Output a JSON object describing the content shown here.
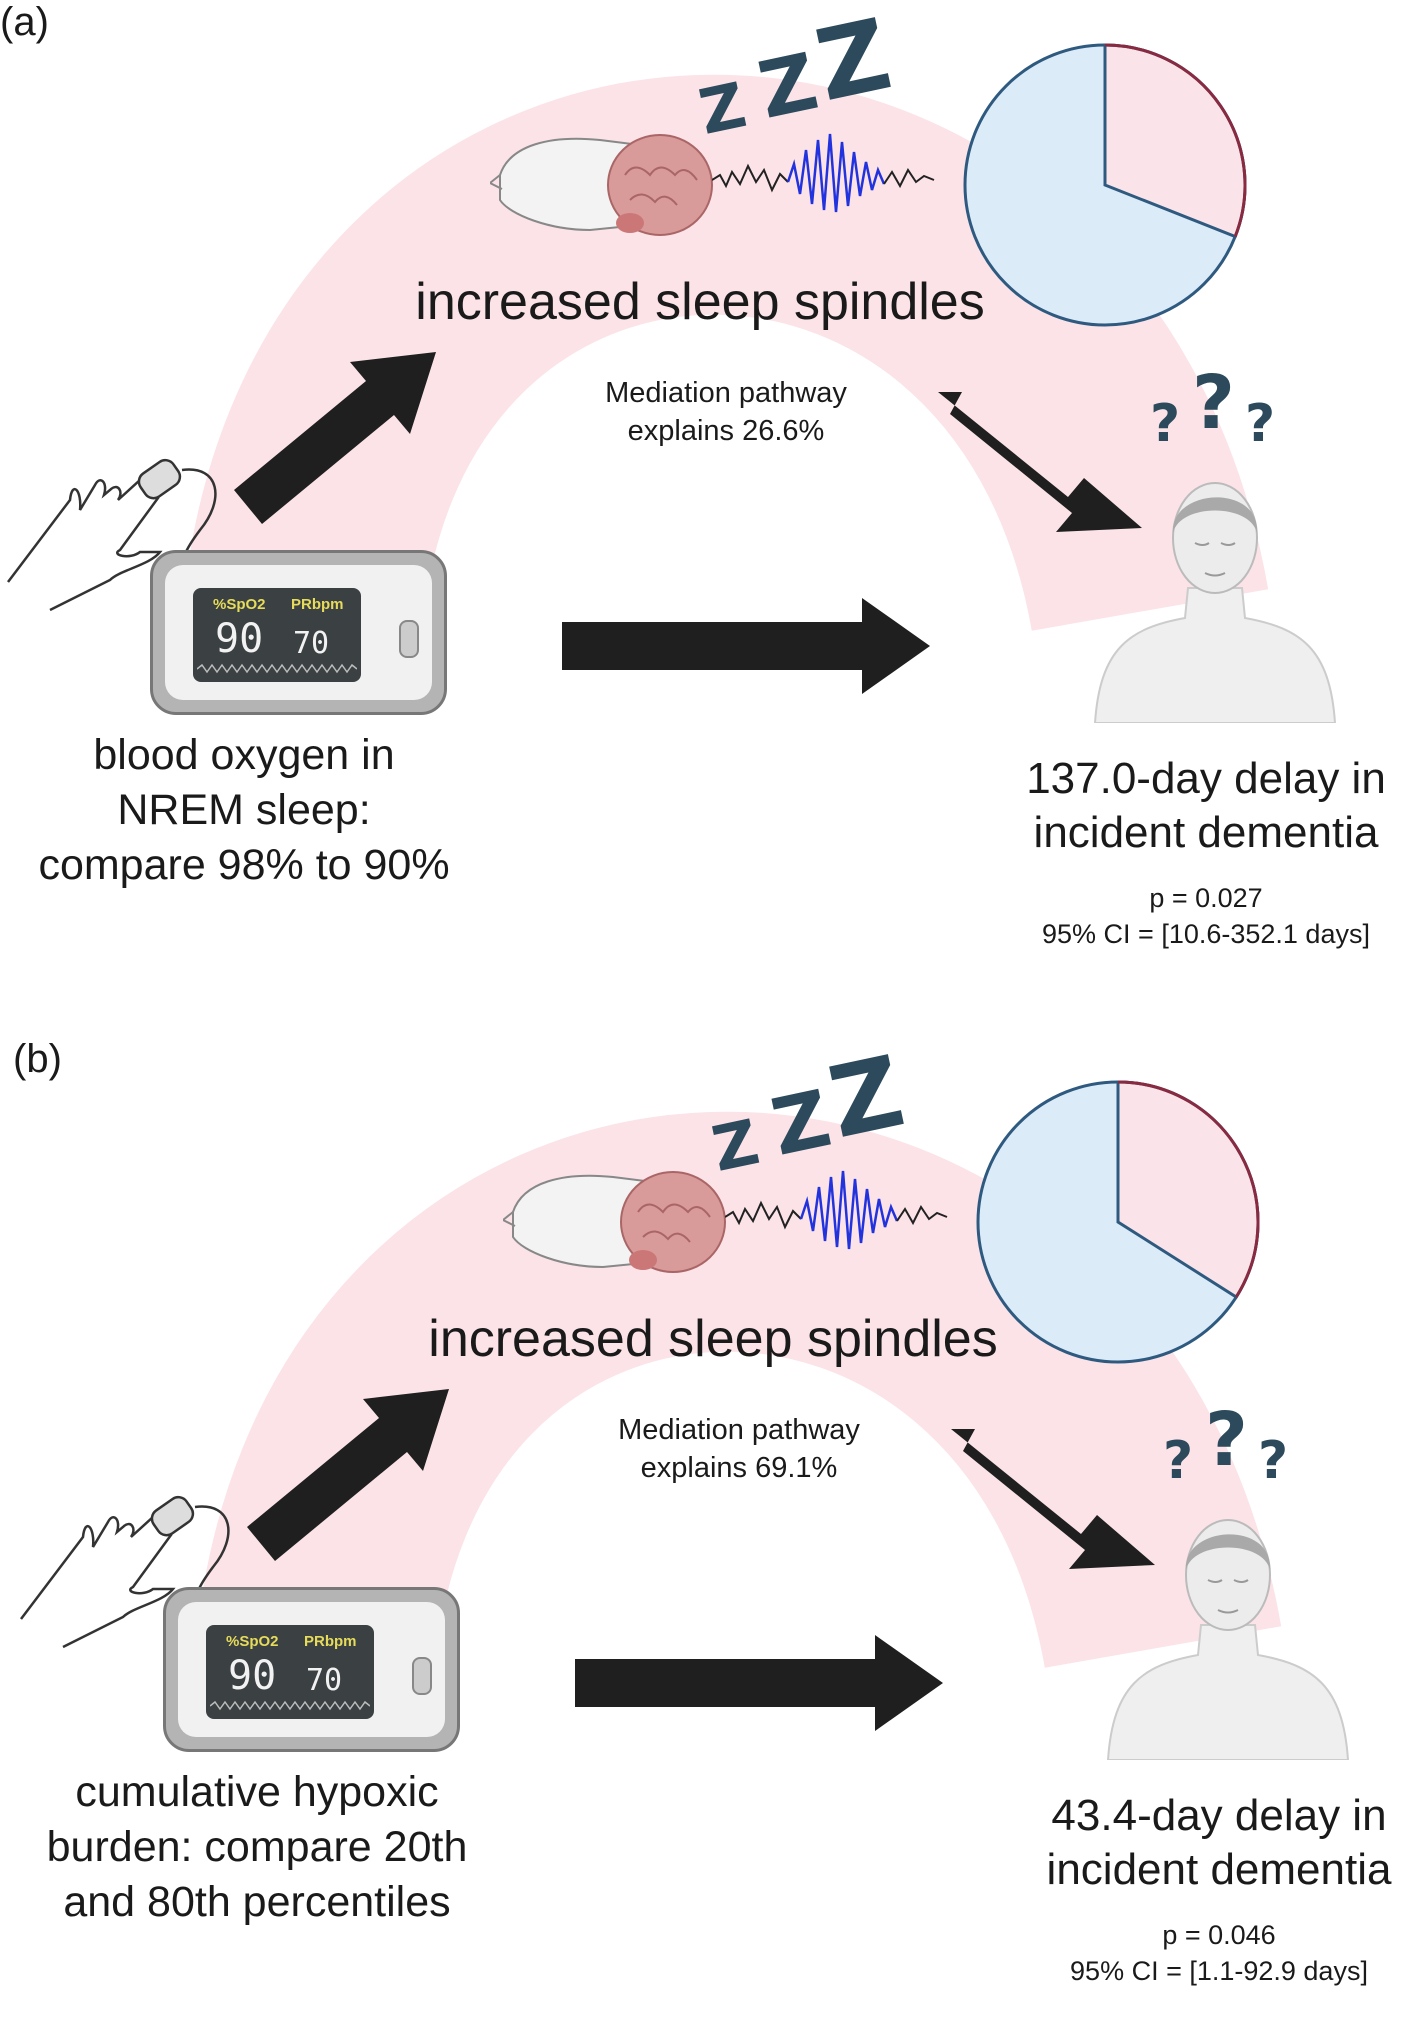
{
  "panels": [
    {
      "label": "(a)",
      "mediator": "increased sleep spindles",
      "mediation_line1": "Mediation pathway",
      "mediation_line2": "explains 26.6%",
      "mediation_percent": 26.6,
      "pie_fraction": 0.31,
      "exposure_lines": [
        "blood oxygen in",
        "NREM sleep:",
        "compare 98% to 90%"
      ],
      "outcome_lines": [
        "137.0-day delay in",
        "incident dementia"
      ],
      "p_value": "p = 0.027",
      "ci": "95% CI = [10.6-352.1 days]"
    },
    {
      "label": "(b)",
      "mediator": "increased sleep spindles",
      "mediation_line1": "Mediation pathway",
      "mediation_line2": "explains 69.1%",
      "mediation_percent": 69.1,
      "pie_fraction": 0.34,
      "exposure_lines": [
        "cumulative hypoxic",
        "burden: compare 20th",
        "and 80th percentiles"
      ],
      "outcome_lines": [
        "43.4-day delay in",
        "incident dementia"
      ],
      "p_value": "p = 0.046",
      "ci": "95% CI = [1.1-92.9 days]"
    }
  ],
  "oximeter": {
    "spo2_label": "%SpO2",
    "pr_label": "PRbpm",
    "spo2_value": "90",
    "pr_value": "70"
  },
  "sleep_text": [
    "Z",
    "Z",
    "Z"
  ],
  "question_marks": [
    "?",
    "?",
    "?"
  ],
  "colors": {
    "band": "#fbe3e8",
    "arrow": "#1f1f1f",
    "pie_blue": "#dcebf8",
    "pie_pink": "#fbe4e9",
    "pie_blue_edge": "#2f5a80",
    "pie_pink_edge": "#8a2a40",
    "zzz": "#2c4a5c",
    "wave_blue": "#2233dd"
  }
}
